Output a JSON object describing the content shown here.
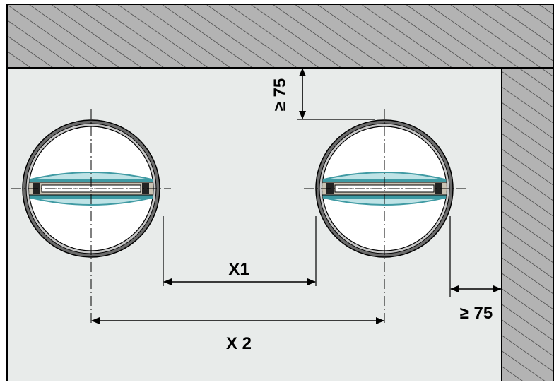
{
  "labels": {
    "x1": "X1",
    "x2": "X 2",
    "top_clearance": "≥ 75",
    "side_clearance": "≥ 75"
  },
  "units": [
    "left-unit",
    "right-unit"
  ],
  "colors": {
    "background": "#e8ebea",
    "wall_fill": "#b3b3b3",
    "wall_hatch": "#3a3a3a",
    "outline": "#000000",
    "ring_dark": "#4d4d4d",
    "ring_light": "#c8c8c8",
    "blade_teal": "#3f9aa3",
    "blade_light": "#bfe3e6",
    "frame_tan": "#c9c2b3"
  }
}
